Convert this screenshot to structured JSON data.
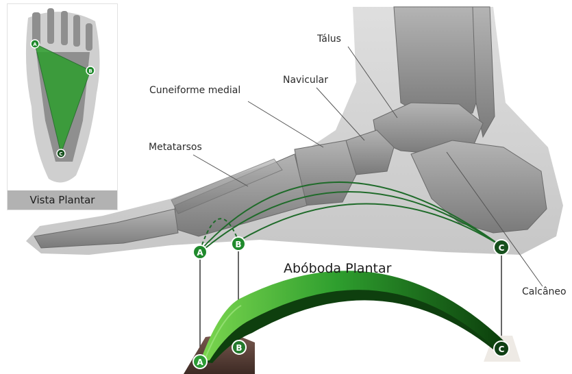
{
  "labels": {
    "talus": "Tálus",
    "navicular": "Navicular",
    "cuneiforme": "Cuneiforme medial",
    "metatarsos": "Metatarsos",
    "calcaneo": "Calcâneo"
  },
  "arch_title": "Abóboda Plantar",
  "inset_caption": "Vista Plantar",
  "points": {
    "a": "A",
    "b": "B",
    "c": "C"
  },
  "colors": {
    "arch_green": "#2e9e2e",
    "arch_light": "#6fd04a",
    "arch_dark": "#0b3d0b",
    "point_fill": "#1f8a2c",
    "bone": "#9a9a9a"
  }
}
